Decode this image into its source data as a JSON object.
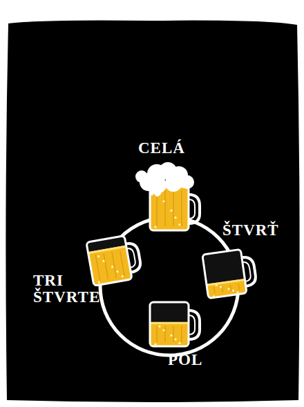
{
  "diagram": {
    "labels": [
      "CELÁ",
      "ŠTVRŤ",
      "TRI ŠTVRTE",
      "POL"
    ]
  }
}
